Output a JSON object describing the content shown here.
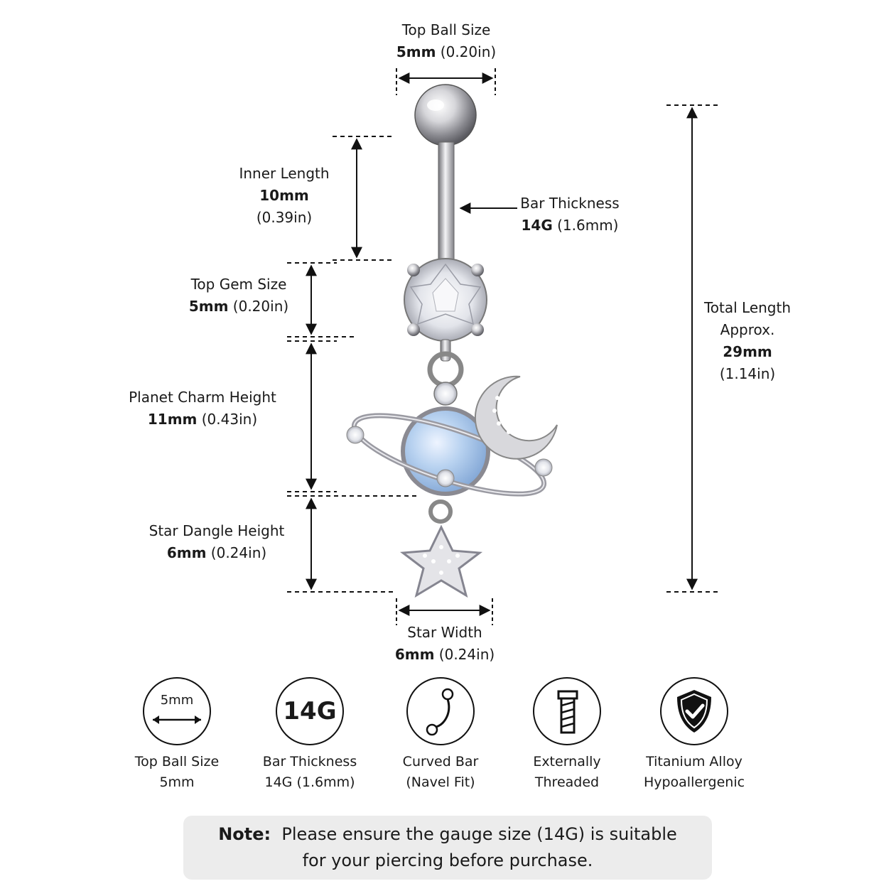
{
  "dimensions": {
    "top_ball": {
      "title": "Top Ball Size",
      "value": "5mm",
      "alt": "(0.20in)"
    },
    "inner_length": {
      "title": "Inner Length",
      "value": "10mm",
      "alt": "(0.39in)"
    },
    "bar_thickness": {
      "title": "Bar Thickness",
      "value": "14G",
      "alt": "(1.6mm)"
    },
    "top_gem": {
      "title": "Top Gem Size",
      "value": "5mm",
      "alt": "(0.20in)"
    },
    "planet_charm": {
      "title": "Planet Charm Height",
      "value": "11mm",
      "alt": "(0.43in)"
    },
    "star_dangle": {
      "title": "Star Dangle Height",
      "value": "6mm",
      "alt": "(0.24in)"
    },
    "star_width": {
      "title": "Star Width",
      "value": "6mm",
      "alt": "(0.24in)"
    },
    "total_length": {
      "title": "Total Length",
      "title2": "Approx.",
      "value": "29mm",
      "alt": "(1.14in)"
    }
  },
  "features": [
    {
      "icon": "ball-size-icon",
      "icon_text": "5mm",
      "line1": "Top Ball Size",
      "line2": "5mm"
    },
    {
      "icon": "gauge-icon",
      "icon_text": "14G",
      "line1": "Bar Thickness",
      "line2": "14G (1.6mm)"
    },
    {
      "icon": "curved-bar-icon",
      "line1": "Curved Bar",
      "line2": "(Navel Fit)"
    },
    {
      "icon": "screw-thread-icon",
      "line1": "Externally",
      "line2": "Threaded"
    },
    {
      "icon": "shield-check-icon",
      "line1": "Titanium Alloy",
      "line2": "Hypoallergenic"
    }
  ],
  "note": {
    "label": "Note:",
    "line1": "Please ensure the gauge size (14G) is suitable",
    "line2": "for your piercing before purchase."
  },
  "colors": {
    "ink": "#111111",
    "note_bg": "#ececec",
    "opal": "#a8c8ea",
    "silver": "#c8c8cc"
  }
}
